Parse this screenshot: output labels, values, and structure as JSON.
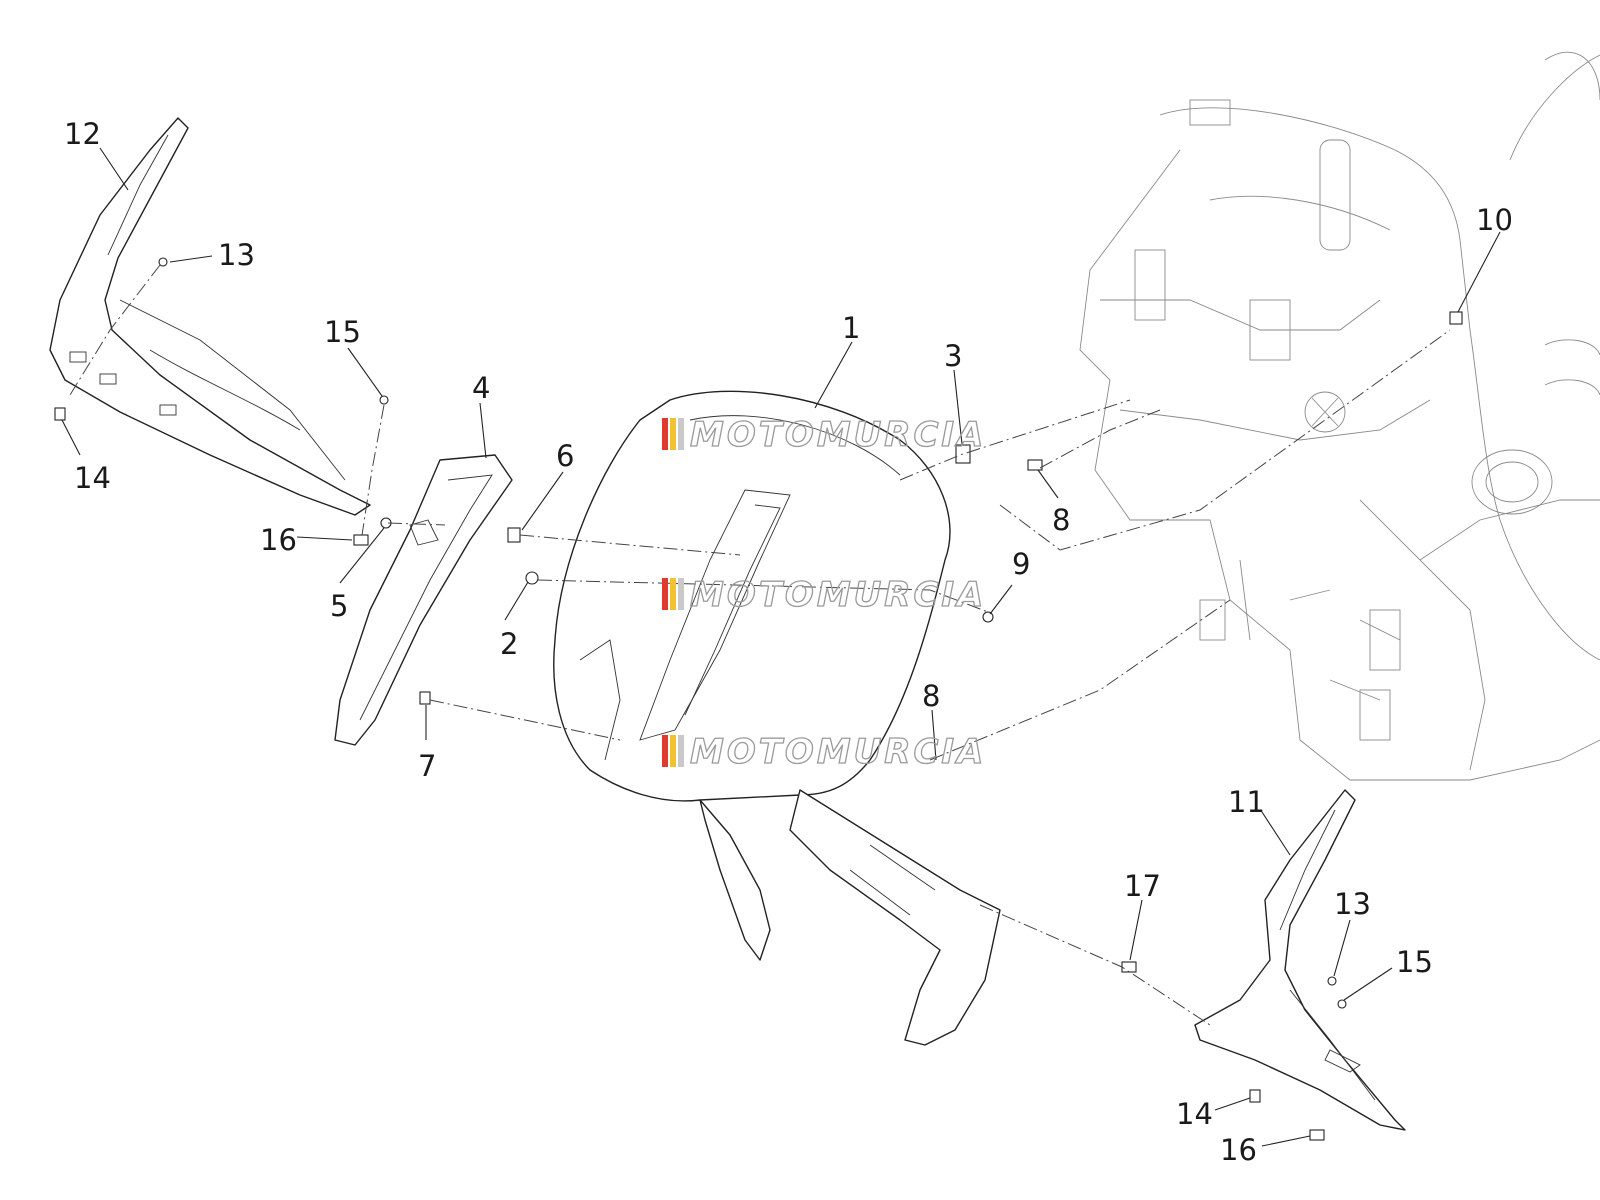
{
  "watermark": {
    "brand": "MOTOMURCIA",
    "stripe_colors": [
      "#e03a2f",
      "#f2c230",
      "#c9c9c9"
    ]
  },
  "callouts": [
    {
      "id": "1",
      "label": "1"
    },
    {
      "id": "2",
      "label": "2"
    },
    {
      "id": "3",
      "label": "3"
    },
    {
      "id": "4",
      "label": "4"
    },
    {
      "id": "5",
      "label": "5"
    },
    {
      "id": "6",
      "label": "6"
    },
    {
      "id": "7",
      "label": "7"
    },
    {
      "id": "8a",
      "label": "8"
    },
    {
      "id": "8b",
      "label": "8"
    },
    {
      "id": "9",
      "label": "9"
    },
    {
      "id": "10",
      "label": "10"
    },
    {
      "id": "11",
      "label": "11"
    },
    {
      "id": "12",
      "label": "12"
    },
    {
      "id": "13a",
      "label": "13"
    },
    {
      "id": "13b",
      "label": "13"
    },
    {
      "id": "14a",
      "label": "14"
    },
    {
      "id": "14b",
      "label": "14"
    },
    {
      "id": "15a",
      "label": "15"
    },
    {
      "id": "15b",
      "label": "15"
    },
    {
      "id": "16a",
      "label": "16"
    },
    {
      "id": "16b",
      "label": "16"
    },
    {
      "id": "17",
      "label": "17"
    }
  ]
}
